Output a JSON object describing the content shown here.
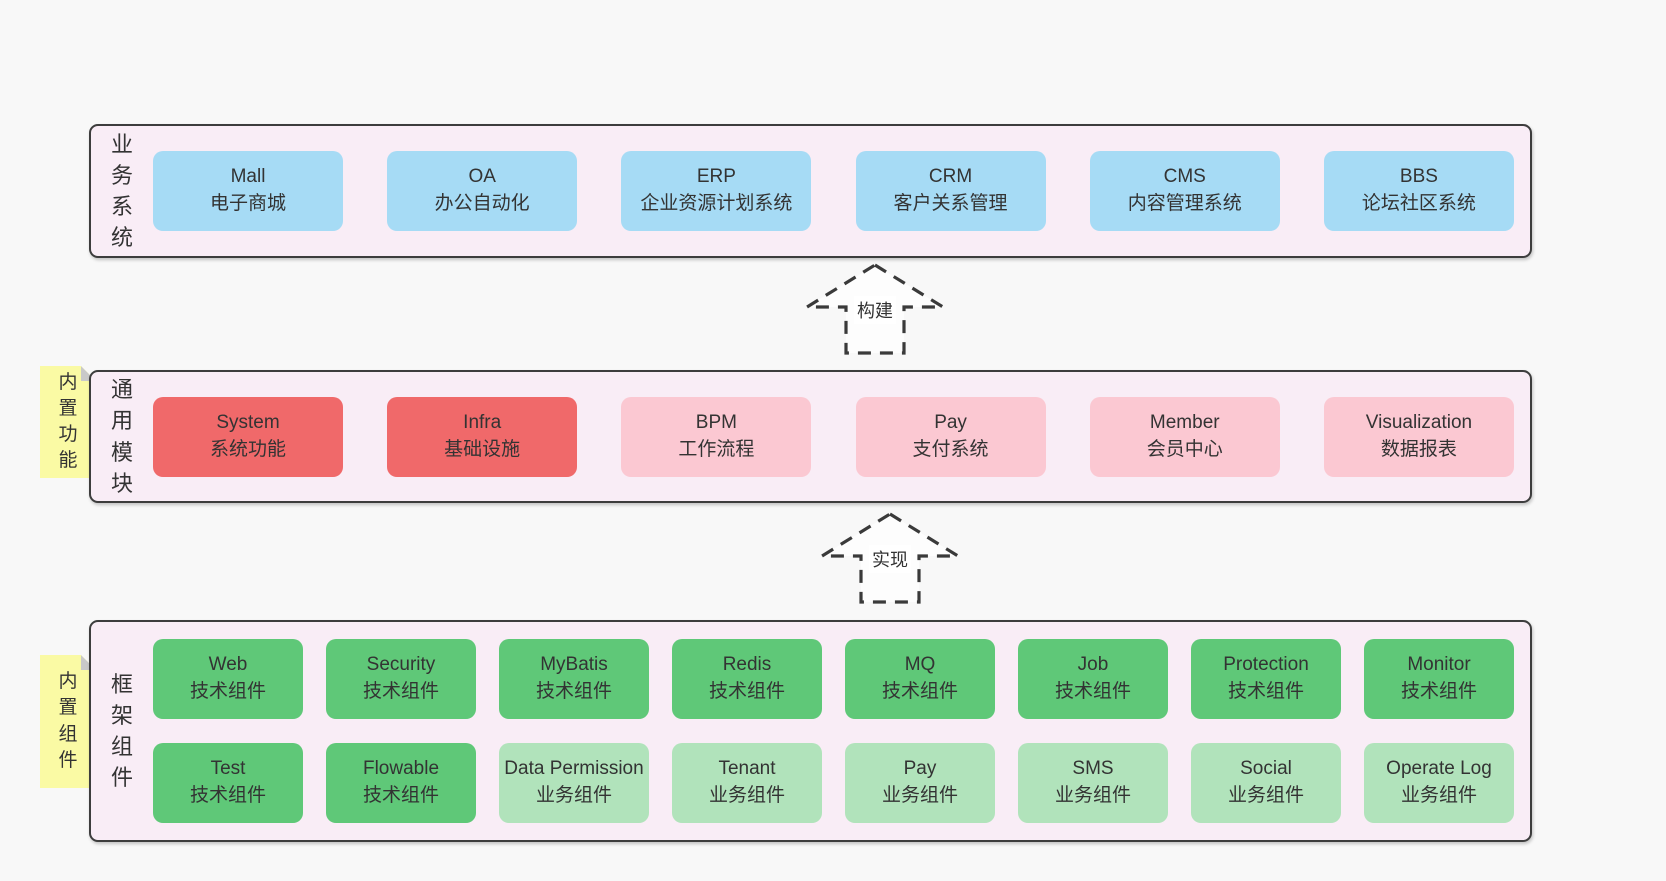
{
  "arrows": [
    {
      "label": "构建"
    },
    {
      "label": "实现"
    }
  ],
  "bands": [
    {
      "label": "业务系统",
      "rows": [
        {
          "items": [
            {
              "title": "Mall",
              "subtitle": "电子商城",
              "variant": "blue"
            },
            {
              "title": "OA",
              "subtitle": "办公自动化",
              "variant": "blue"
            },
            {
              "title": "ERP",
              "subtitle": "企业资源计划系统",
              "variant": "blue"
            },
            {
              "title": "CRM",
              "subtitle": "客户关系管理",
              "variant": "blue"
            },
            {
              "title": "CMS",
              "subtitle": "内容管理系统",
              "variant": "blue"
            },
            {
              "title": "BBS",
              "subtitle": "论坛社区系统",
              "variant": "blue"
            }
          ]
        }
      ]
    },
    {
      "label": "通用模块",
      "sticky": "内置功能",
      "rows": [
        {
          "items": [
            {
              "title": "System",
              "subtitle": "系统功能",
              "variant": "red"
            },
            {
              "title": "Infra",
              "subtitle": "基础设施",
              "variant": "red"
            },
            {
              "title": "BPM",
              "subtitle": "工作流程",
              "variant": "pink"
            },
            {
              "title": "Pay",
              "subtitle": "支付系统",
              "variant": "pink"
            },
            {
              "title": "Member",
              "subtitle": "会员中心",
              "variant": "pink"
            },
            {
              "title": "Visualization",
              "subtitle": "数据报表",
              "variant": "pink"
            }
          ]
        }
      ]
    },
    {
      "label": "框架组件",
      "sticky": "内置组件",
      "rows": [
        {
          "items": [
            {
              "title": "Web",
              "subtitle": "技术组件",
              "variant": "green"
            },
            {
              "title": "Security",
              "subtitle": "技术组件",
              "variant": "green"
            },
            {
              "title": "MyBatis",
              "subtitle": "技术组件",
              "variant": "green"
            },
            {
              "title": "Redis",
              "subtitle": "技术组件",
              "variant": "green"
            },
            {
              "title": "MQ",
              "subtitle": "技术组件",
              "variant": "green"
            },
            {
              "title": "Job",
              "subtitle": "技术组件",
              "variant": "green"
            },
            {
              "title": "Protection",
              "subtitle": "技术组件",
              "variant": "green"
            },
            {
              "title": "Monitor",
              "subtitle": "技术组件",
              "variant": "green"
            }
          ]
        },
        {
          "items": [
            {
              "title": "Test",
              "subtitle": "技术组件",
              "variant": "green"
            },
            {
              "title": "Flowable",
              "subtitle": "技术组件",
              "variant": "green"
            },
            {
              "title": "Data Permission",
              "subtitle": "业务组件",
              "variant": "green-light"
            },
            {
              "title": "Tenant",
              "subtitle": "业务组件",
              "variant": "green-light"
            },
            {
              "title": "Pay",
              "subtitle": "业务组件",
              "variant": "green-light"
            },
            {
              "title": "SMS",
              "subtitle": "业务组件",
              "variant": "green-light"
            },
            {
              "title": "Social",
              "subtitle": "业务组件",
              "variant": "green-light"
            },
            {
              "title": "Operate Log",
              "subtitle": "业务组件",
              "variant": "green-light"
            }
          ]
        }
      ]
    }
  ],
  "colors": {
    "page_bg": "#f8f8f8",
    "band_bg": "#f9edf6",
    "band_border": "#3d3d3d",
    "blue": "#a6dbf5",
    "red": "#f0696a",
    "pink": "#fbc8d2",
    "green": "#5fc878",
    "green_light": "#b1e3bb",
    "sticky_yellow": "#fafaa4",
    "text": "#333333"
  }
}
